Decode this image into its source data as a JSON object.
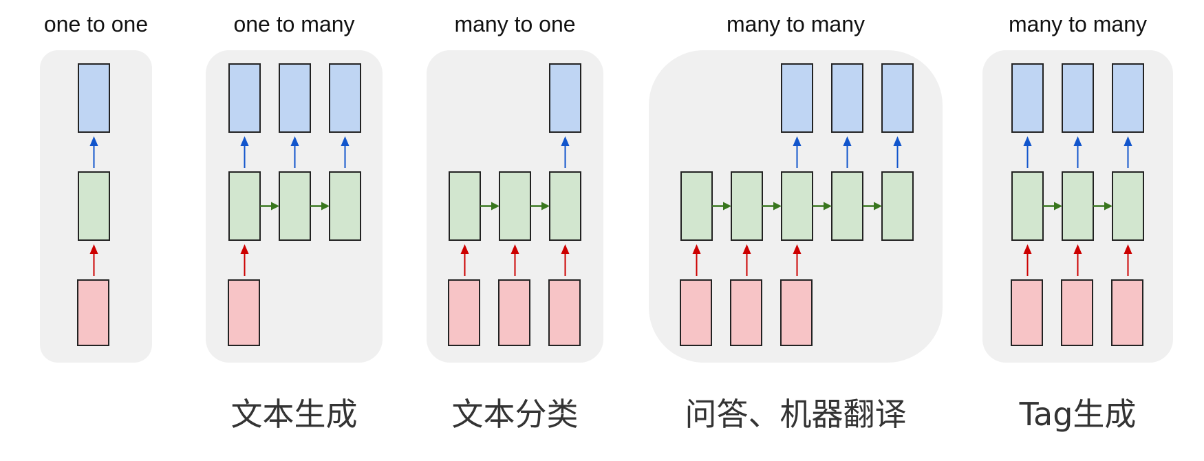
{
  "colors": {
    "panel": "#f0f0f0",
    "output_fill": "#bfd5f3",
    "hidden_fill": "#d2e6cf",
    "input_fill": "#f7c4c6",
    "box_stroke": "#222222",
    "output_arrow": "#1155cc",
    "recurrent_arrow": "#38761d",
    "input_arrow": "#cc0000"
  },
  "panels": [
    {
      "title": "one to one",
      "label": "",
      "steps": 1,
      "input_steps": [
        0
      ],
      "output_steps": [
        0
      ]
    },
    {
      "title": "one to many",
      "label": "文本生成",
      "steps": 3,
      "input_steps": [
        0
      ],
      "output_steps": [
        0,
        1,
        2
      ]
    },
    {
      "title": "many to one",
      "label": "文本分类",
      "steps": 3,
      "input_steps": [
        0,
        1,
        2
      ],
      "output_steps": [
        2
      ]
    },
    {
      "title": "many to many",
      "label": "问答、机器翻译",
      "steps": 5,
      "input_steps": [
        0,
        1,
        2
      ],
      "output_steps": [
        2,
        3,
        4
      ]
    },
    {
      "title": "many to many",
      "label": "Tag生成",
      "steps": 3,
      "input_steps": [
        0,
        1,
        2
      ],
      "output_steps": [
        0,
        1,
        2
      ]
    }
  ]
}
